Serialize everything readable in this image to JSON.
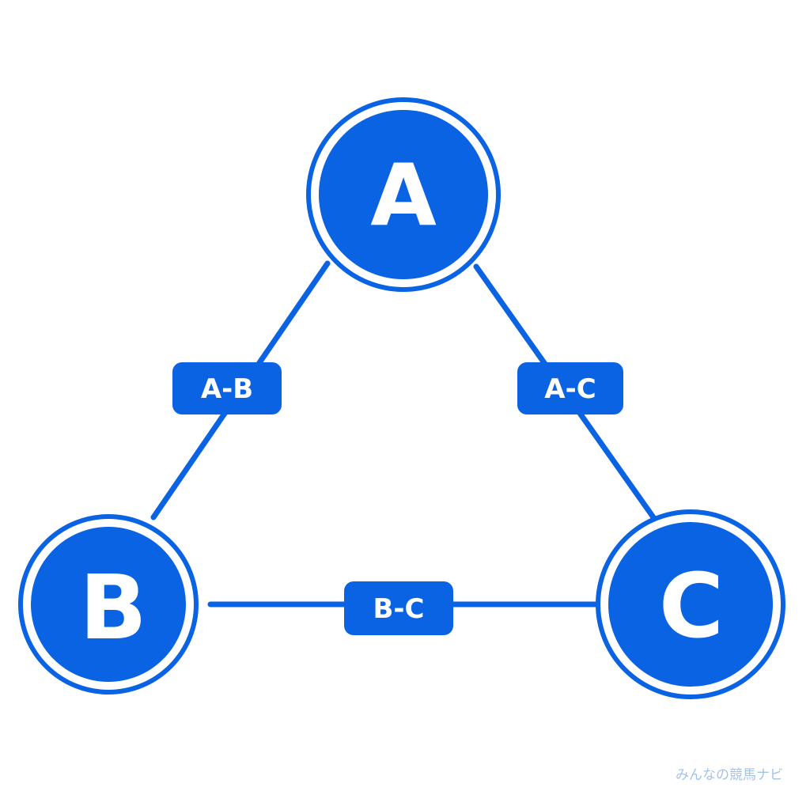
{
  "diagram": {
    "nodes": [
      {
        "id": "A",
        "label": "A"
      },
      {
        "id": "B",
        "label": "B"
      },
      {
        "id": "C",
        "label": "C"
      }
    ],
    "edges": [
      {
        "from": "A",
        "to": "B",
        "label": "A-B"
      },
      {
        "from": "A",
        "to": "C",
        "label": "A-C"
      },
      {
        "from": "B",
        "to": "C",
        "label": "B-C"
      }
    ]
  },
  "watermark": {
    "text": "みんなの競馬ナビ"
  },
  "colors": {
    "primary": "#0A63E2",
    "background": "#FFFFFF",
    "text_on_primary": "#FFFFFF",
    "watermark": "#5B8FD8"
  }
}
